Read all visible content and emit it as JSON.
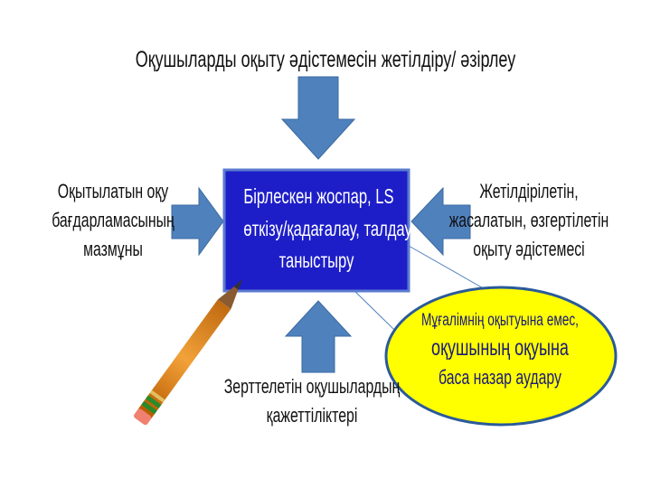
{
  "top_text": "Оқушыларды оқыту әдістемесін жетілдіру/ әзірлеу",
  "left_text": [
    "Оқытылатын оқу",
    "бағдарламасының",
    "мазмұны"
  ],
  "right_text": [
    "Жетілдірілетін,",
    "жасалатын, өзгертілетін",
    "оқыту әдістемесі"
  ],
  "bottom_text": [
    "Зерттелетін оқушылардың",
    "қажеттіліктері"
  ],
  "center_box": [
    "Бірлескен жоспар, LS",
    "өткізу/қадағалау, талдау,",
    "таныстыру"
  ],
  "callout": [
    "Мұғалімнің оқытуына емес,",
    "оқушының оқуына",
    "баса назар аудару"
  ],
  "colors": {
    "box": "#1e1ec8",
    "arrow": "#4f81bd",
    "callout": "#ffff00"
  }
}
